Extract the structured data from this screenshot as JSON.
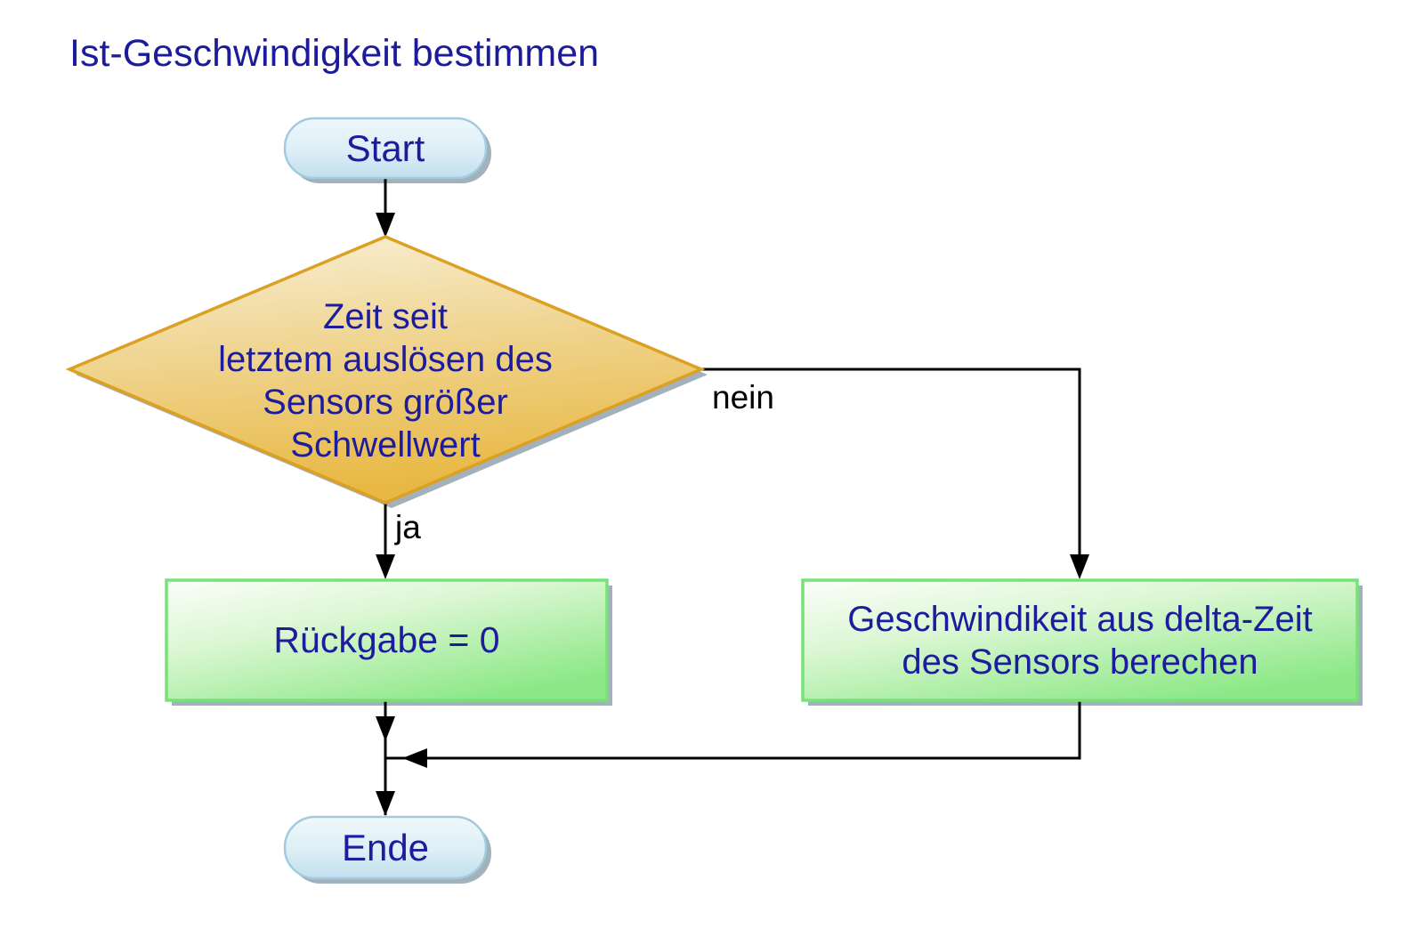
{
  "title": "Ist-Geschwindigkeit bestimmen",
  "diagram_type": "flowchart",
  "nodes": {
    "start": {
      "type": "terminator",
      "label": "Start"
    },
    "decision": {
      "type": "decision",
      "label": "Zeit seit\nletztem auslösen des\nSensors größer\nSchwellwert"
    },
    "process_return_zero": {
      "type": "process",
      "label": "Rückgabe = 0"
    },
    "process_compute_speed": {
      "type": "process",
      "label": "Geschwindikeit aus delta-Zeit\ndes Sensors berechen"
    },
    "end": {
      "type": "terminator",
      "label": "Ende"
    }
  },
  "edges": {
    "start_to_decision": {
      "from": "start",
      "to": "decision",
      "label": ""
    },
    "decision_yes": {
      "from": "decision",
      "to": "process_return_zero",
      "label": "ja"
    },
    "decision_no": {
      "from": "decision",
      "to": "process_compute_speed",
      "label": "nein"
    },
    "return_zero_to_end": {
      "from": "process_return_zero",
      "to": "end",
      "label": ""
    },
    "compute_speed_to_end": {
      "from": "process_compute_speed",
      "to": "end",
      "label": ""
    }
  },
  "colors": {
    "title_text": "#1b1b9b",
    "node_text": "#1c1c9c",
    "edge_label_text": "#000000",
    "connector_line": "#000000",
    "terminator_fill_top": "#eff8fb",
    "terminator_fill_bottom": "#c2dfee",
    "terminator_border": "#a2ccde",
    "decision_fill_top": "#f9f1da",
    "decision_fill_bottom": "#e8b843",
    "decision_border": "#dca023",
    "process_fill_light": "#fbfef9",
    "process_fill_dark": "#8ce886",
    "process_border": "#77e277",
    "shadow": "#8b9dab",
    "background": "#ffffff"
  }
}
